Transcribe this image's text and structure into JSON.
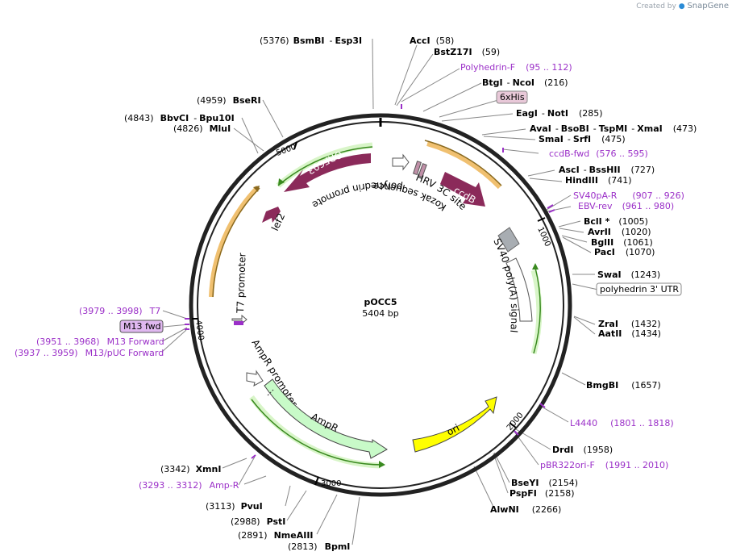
{
  "credit": {
    "prefix": "Created by",
    "brand": "SnapGene"
  },
  "plasmid": {
    "name": "pOCC5",
    "size": "5404 bp"
  },
  "ticks": [
    "1000",
    "2000",
    "3000",
    "4000",
    "5000"
  ],
  "sites": {
    "bsmbi": {
      "pos": "(5376)",
      "name": "BsmBI",
      "sep": "-",
      "name2": "Esp3I"
    },
    "acci": {
      "name": "AccI",
      "pos": "(58)"
    },
    "bstz17i": {
      "name": "BstZ17I",
      "pos": "(59)"
    },
    "btgi": {
      "name": "BtgI",
      "sep": "-",
      "name2": "NcoI",
      "pos": "(216)"
    },
    "eagi": {
      "name": "EagI",
      "sep": "-",
      "name2": "NotI",
      "pos": "(285)"
    },
    "avai": {
      "name": "AvaI",
      "sep": "-",
      "name2": "BsoBI",
      "sep2": "-",
      "name3": "TspMI",
      "sep3": "-",
      "name4": "XmaI",
      "pos": "(473)"
    },
    "smai": {
      "name": "SmaI",
      "sep": "-",
      "name2": "SrfI",
      "pos": "(475)"
    },
    "asci": {
      "name": "AscI",
      "sep": "-",
      "name2": "BssHII",
      "pos": "(727)"
    },
    "hindiii": {
      "name": "HindIII",
      "pos": "(741)"
    },
    "bcli": {
      "name": "BclI *",
      "pos": "(1005)"
    },
    "avrii": {
      "name": "AvrII",
      "pos": "(1020)"
    },
    "bglii": {
      "name": "BglII",
      "pos": "(1061)"
    },
    "paci": {
      "name": "PacI",
      "pos": "(1070)"
    },
    "swai": {
      "name": "SwaI",
      "pos": "(1243)"
    },
    "zrai": {
      "name": "ZraI",
      "pos": "(1432)"
    },
    "aatii": {
      "name": "AatII",
      "pos": "(1434)"
    },
    "bmgbi": {
      "name": "BmgBI",
      "pos": "(1657)"
    },
    "drdi": {
      "name": "DrdI",
      "pos": "(1958)"
    },
    "bseyi": {
      "name": "BseYI",
      "pos": "(2154)"
    },
    "pspfi": {
      "name": "PspFI",
      "pos": "(2158)"
    },
    "alwni": {
      "name": "AlwNI",
      "pos": "(2266)"
    },
    "bpmi": {
      "pos": "(2813)",
      "name": "BpmI"
    },
    "nmeaiii": {
      "pos": "(2891)",
      "name": "NmeAIII"
    },
    "psti": {
      "pos": "(2988)",
      "name": "PstI"
    },
    "pvui": {
      "pos": "(3113)",
      "name": "PvuI"
    },
    "xmni": {
      "pos": "(3342)",
      "name": "XmnI"
    },
    "mlui": {
      "pos": "(4826)",
      "name": "MluI"
    },
    "bbvci": {
      "pos": "(4843)",
      "name": "BbvCI",
      "sep": "-",
      "name2": "Bpu10I"
    },
    "bseri": {
      "pos": "(4959)",
      "name": "BseRI"
    }
  },
  "primers": {
    "polyhedrin_f": {
      "name": "Polyhedrin-F",
      "range": "(95 .. 112)"
    },
    "ccdb_fwd": {
      "name": "ccdB-fwd",
      "range": "(576 .. 595)"
    },
    "sv40pa_r": {
      "name": "SV40pA-R",
      "range": "(907 .. 926)"
    },
    "ebv_rev": {
      "name": "EBV-rev",
      "range": "(961 .. 980)"
    },
    "l4440": {
      "name": "L4440",
      "range": "(1801 .. 1818)"
    },
    "pbr322ori_f": {
      "name": "pBR322ori-F",
      "range": "(1991 .. 2010)"
    },
    "amp_r": {
      "range": "(3293 .. 3312)",
      "name": "Amp-R"
    },
    "t7": {
      "range": "(3979 .. 3998)",
      "name": "T7"
    },
    "m13_forward": {
      "range": "(3951 .. 3968)",
      "name": "M13 Forward"
    },
    "m13_puc_forward": {
      "range": "(3937 .. 3959)",
      "name": "M13/pUC Forward"
    }
  },
  "boxed": {
    "sixhis": "6xHis",
    "polyhedrin_utr": "polyhedrin 3' UTR",
    "m13fwd": "M13 fwd"
  },
  "features": {
    "orf603": "ORF603",
    "polyhedrin_promoter": "polyhedrin promoter",
    "kozak": "Kozak sequence",
    "hrv3c": "HRV 3C site",
    "ccdb": "ccdB",
    "lef2": "lef2",
    "sv40": "SV40 poly(A) signal",
    "t7promoter": "T7 promoter",
    "ampr_promoter": "AmpR promoter",
    "ampr": "AmpR",
    "ori": "ori"
  },
  "colors": {
    "backbone": "#222222",
    "leader": "#888888",
    "primer": "#9b30c8",
    "orf": "#8b2a5a",
    "ori": "#ffff00",
    "ampr": "#c8fac8",
    "orange_fill": "#f0c070",
    "green_arrow": "#3a8a20",
    "sv40": "#a8adb2",
    "box_pink": "#e8c8d8",
    "box_violet": "#e0b8f0"
  }
}
